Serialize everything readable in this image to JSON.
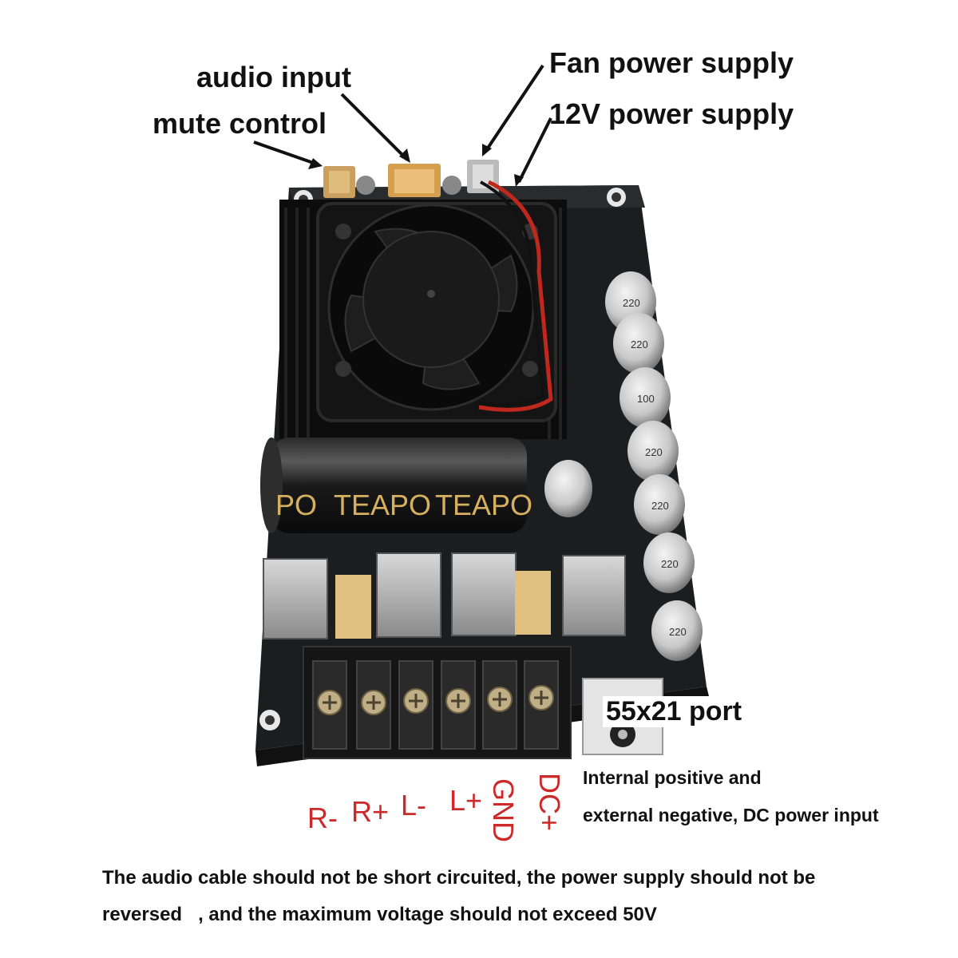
{
  "labels": {
    "audio_input": "audio input",
    "mute_control": "mute control",
    "fan_power": "Fan power supply",
    "power_12v": "12V power supply",
    "port": "55x21 port",
    "dc_note_line1": "Internal positive and",
    "dc_note_line2": "external negative, DC power input"
  },
  "terminals": [
    "R-",
    "R+",
    "L-",
    "L+",
    "GND",
    "DC+"
  ],
  "capacitor": {
    "brand_1": "PO",
    "brand_2": "TEAPO",
    "brand_3": "TEAPO"
  },
  "small_caps": [
    "220",
    "220",
    "100",
    "220",
    "220",
    "220",
    "220"
  ],
  "warning": {
    "line1": "The audio cable should not be short circuited, the power supply should not be",
    "line2": "reversed   , and the maximum voltage should not exceed 50V"
  }
}
